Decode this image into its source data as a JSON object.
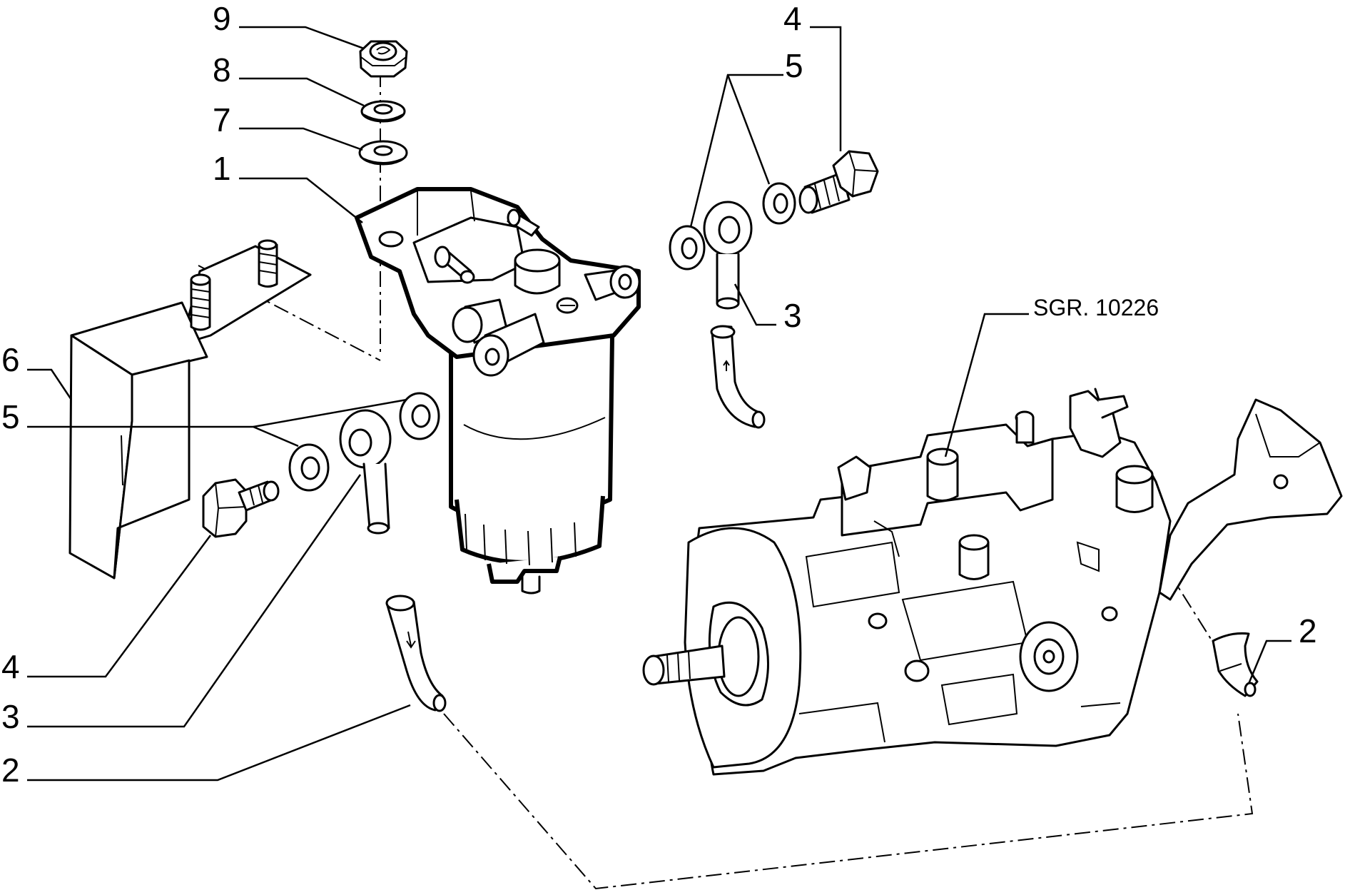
{
  "drawing_reference": "SGR. 10226",
  "callouts": {
    "filter_assembly": "1",
    "fuel_hose_left": "2",
    "fuel_hose_right": "2",
    "banjo_fitting_left": "3",
    "banjo_fitting_right": "3",
    "banjo_bolt_left": "4",
    "banjo_bolt_right": "4",
    "sealing_washers_left": "5",
    "sealing_washers_right": "5",
    "mounting_bracket": "6",
    "flat_washer": "7",
    "spring_washer": "8",
    "nut": "9"
  },
  "icons": {
    "fuel_filter": "fuel-filter-icon",
    "injection_pump": "injection-pump-icon",
    "bracket": "bracket-icon",
    "hose": "hose-icon",
    "banjo_bolt": "banjo-bolt-icon",
    "washer": "washer-icon",
    "nut": "nut-icon"
  }
}
